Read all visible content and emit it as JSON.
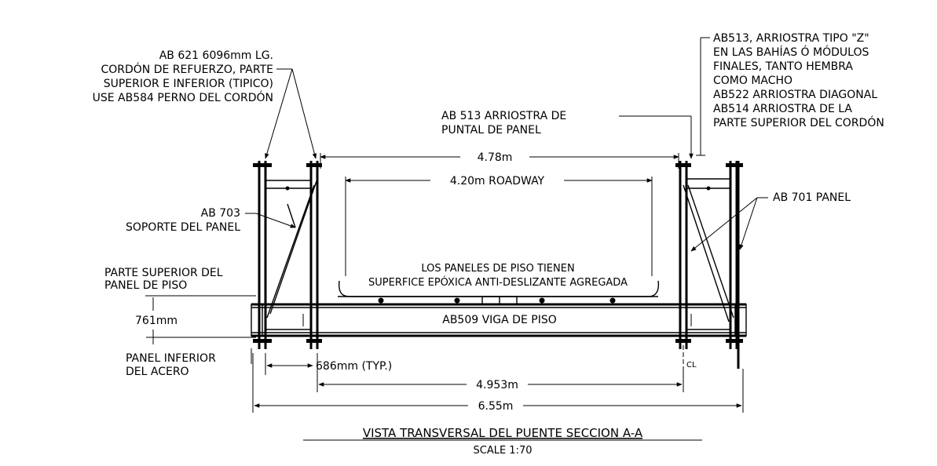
{
  "labels": {
    "ab621_l1": "AB 621 6096mm LG.",
    "ab621_l2": "CORDÓN DE REFUERZO, PARTE",
    "ab621_l3": "SUPERIOR E INFERIOR (TIPICO)",
    "ab621_l4": "USE AB584 PERNO DEL CORDÓN",
    "ab513z_l1": "AB513, ARRIOSTRA TIPO \"Z\"",
    "ab513z_l2": "EN LAS BAHÍAS Ó MÓDULOS",
    "ab513z_l3": "FINALES, TANTO HEMBRA",
    "ab513z_l4": "COMO MACHO",
    "ab513z_l5": "AB522 ARRIOSTRA DIAGONAL",
    "ab513z_l6": "AB514 ARRIOSTRA DE LA",
    "ab513z_l7": "PARTE SUPERIOR DEL CORDÓN",
    "ab513p_l1": "AB 513 ARRIOSTRA DE",
    "ab513p_l2": "PUNTAL DE PANEL",
    "ab703_l1": "AB 703",
    "ab703_l2": "SOPORTE DEL PANEL",
    "ab701": "AB 701 PANEL",
    "piso_l1": "PARTE SUPERIOR DEL",
    "piso_l2": "PANEL DE PISO",
    "epoxy_l1": "LOS PANELES DE PISO TIENEN",
    "epoxy_l2": "SUPERFICE EPÓXICA ANTI-DESLIZANTE AGREGADA",
    "ab509": "AB509 VIGA DE PISO",
    "inferior_l1": "PANEL INFERIOR",
    "inferior_l2": "DEL ACERO",
    "centerline": "CL"
  },
  "dimensions": {
    "d478": "4.78m",
    "d420": "4.20m ROADWAY",
    "d761": "761mm",
    "d686": "686mm (TYP.)",
    "d4953": "4.953m",
    "d655": "6.55m"
  },
  "caption": {
    "title": "VISTA TRANSVERSAL DEL PUENTE SECCION A-A",
    "scale": "SCALE 1:70"
  }
}
